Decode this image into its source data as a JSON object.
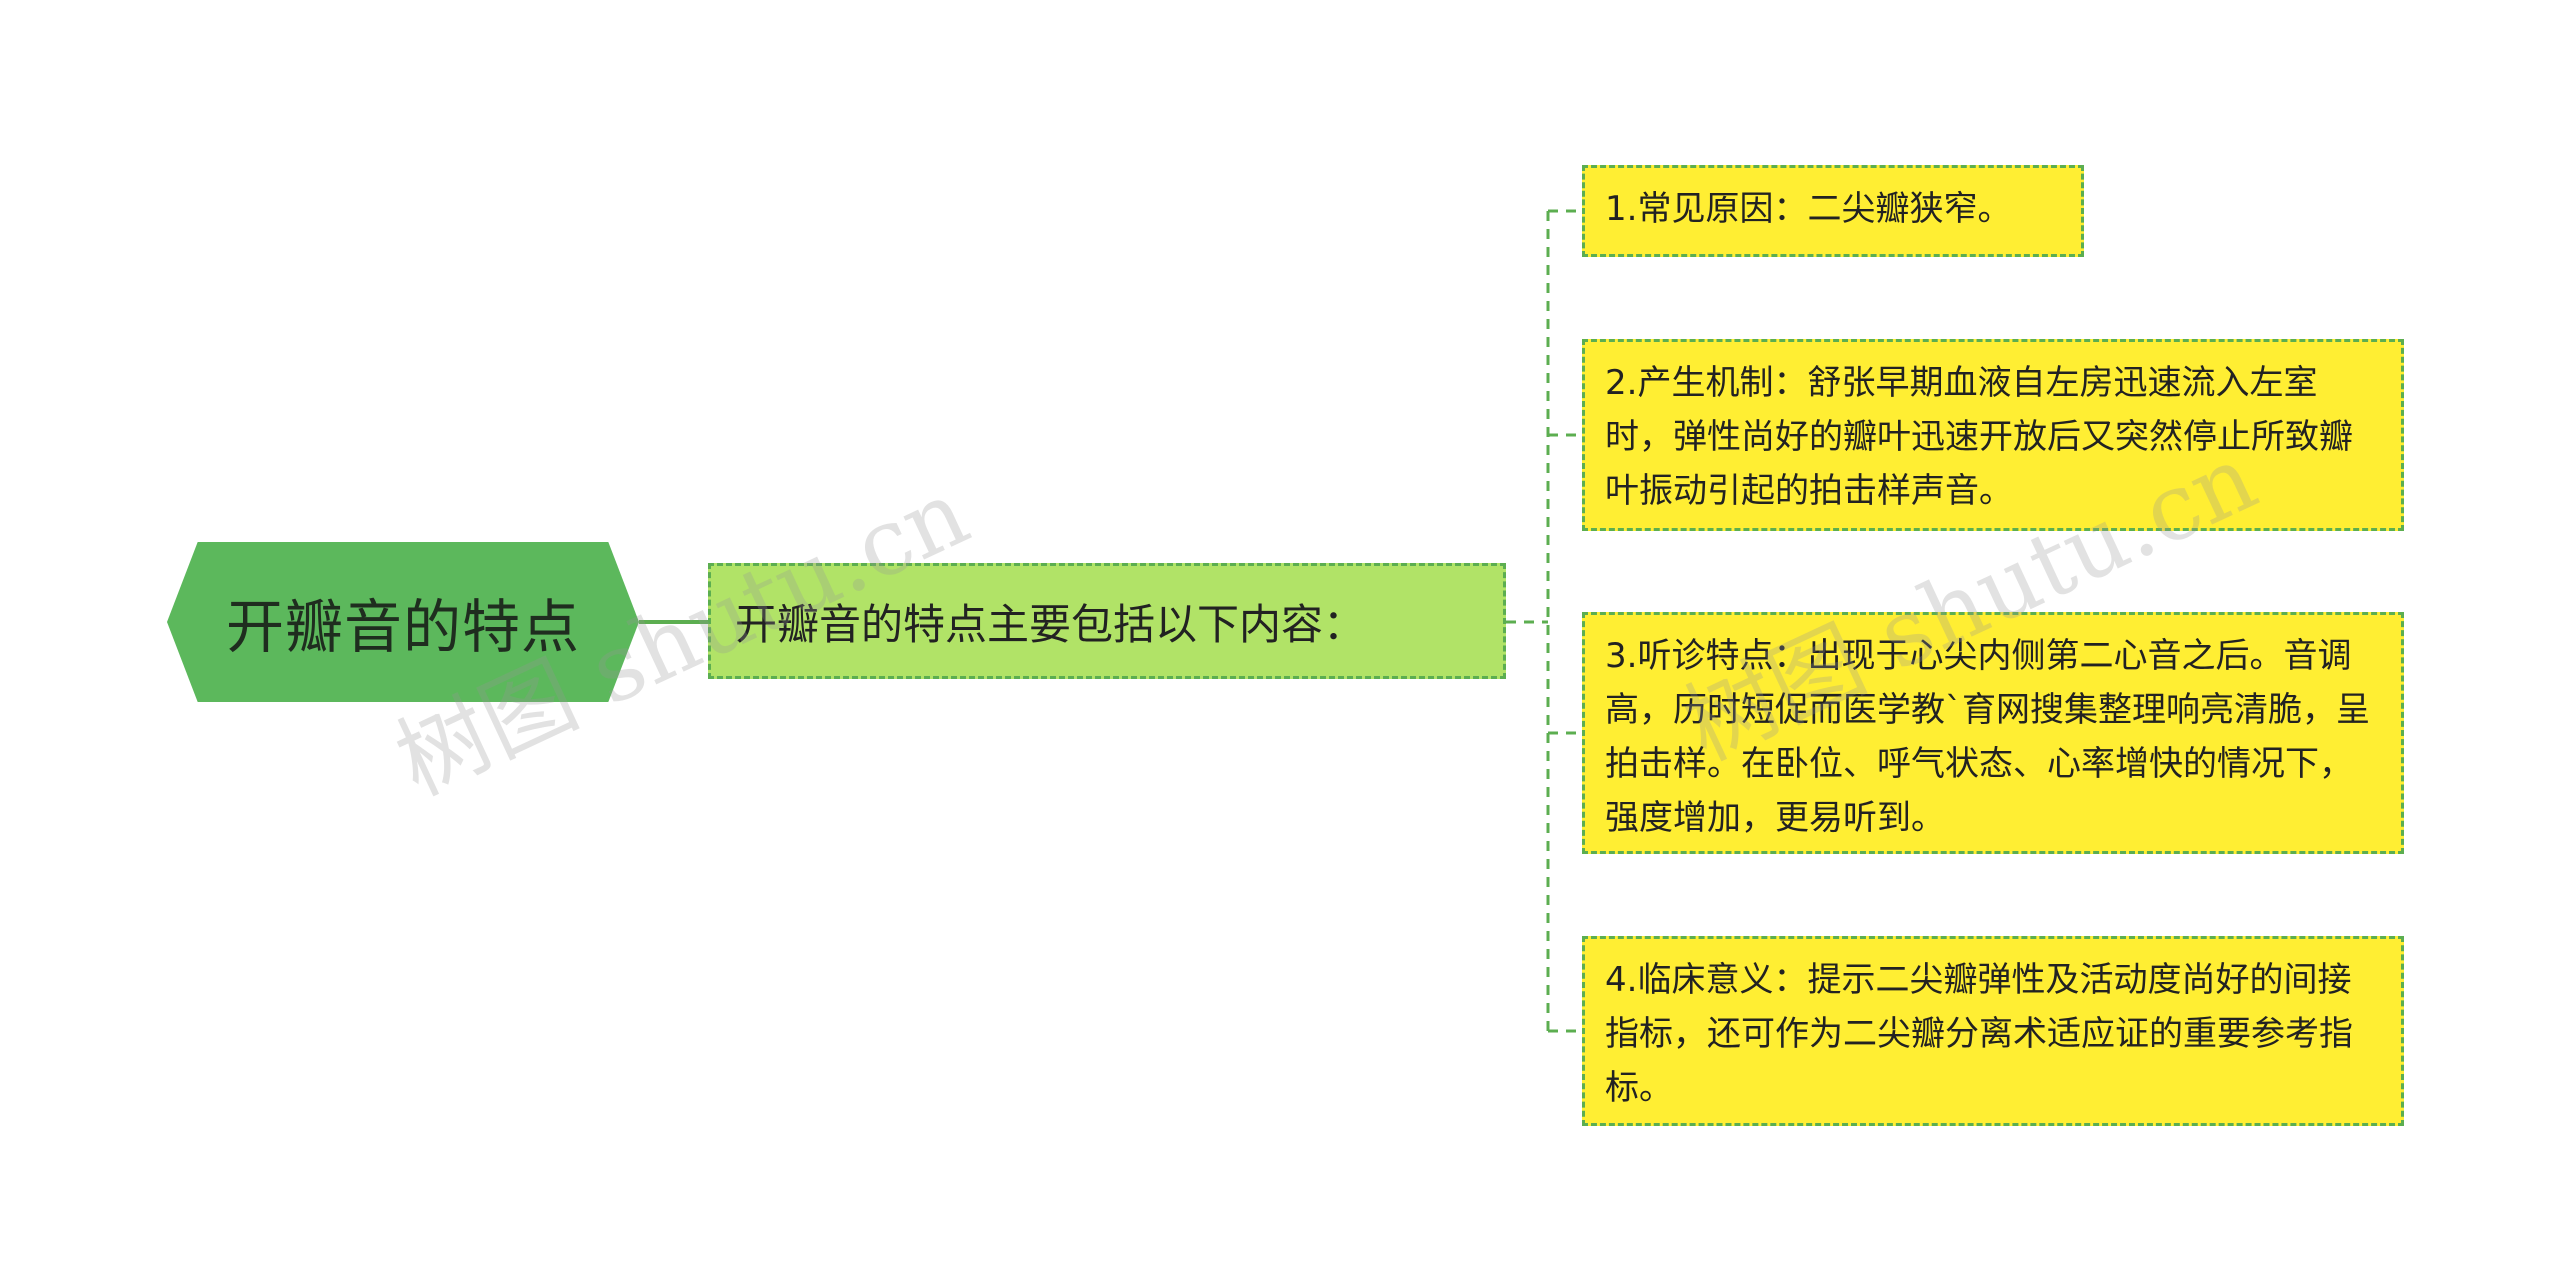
{
  "mindmap": {
    "root": {
      "label": "开瓣音的特点"
    },
    "subtopic": {
      "label": "开瓣音的特点主要包括以下内容："
    },
    "items": [
      {
        "label": "1.常见原因：二尖瓣狭窄。"
      },
      {
        "label": "2.产生机制：舒张早期血液自左房迅速流入左室时，弹性尚好的瓣叶迅速开放后又突然停止所致瓣叶振动引起的拍击样声音。"
      },
      {
        "label": "3.听诊特点：出现于心尖内侧第二心音之后。音调高，历时短促而医学教`育网搜集整理响亮清脆，呈拍击样。在卧位、呼气状态、心率增快的情况下，强度增加，更易听到。"
      },
      {
        "label": "4.临床意义：提示二尖瓣弹性及活动度尚好的间接指标，还可作为二尖瓣分离术适应证的重要参考指标。"
      }
    ]
  },
  "watermarks": [
    "树图 shutu.cn",
    "树图 shutu.cn"
  ],
  "colors": {
    "root_fill": "#5cb85c",
    "subtopic_fill": "#b1e367",
    "leaf_fill": "#ffee33",
    "border": "#5cae50",
    "connector": "#5cae50"
  }
}
